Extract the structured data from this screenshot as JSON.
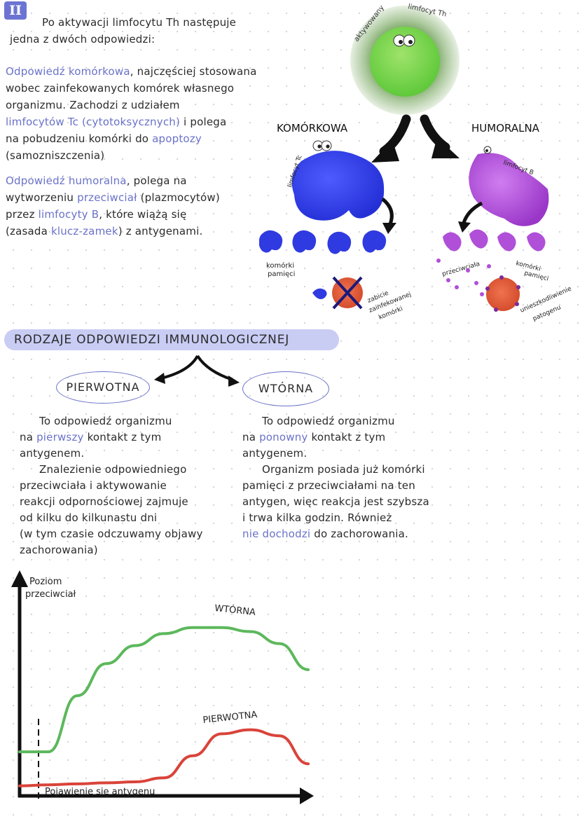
{
  "section_marker": "II",
  "intro": [
    "Po aktywacji limfocytu Th następuje",
    "jedna z dwóch odpowiedzi:"
  ],
  "cellular": {
    "term": "Odpowiedź komórkowa",
    "l1_rest": ", najczęściej stosowana",
    "l2": "wobec zainfekowanych komórek własnego",
    "l3": "organizmu. Zachodzi z udziałem",
    "l4_blue": "limfocytów Tc (cytotoksycznych)",
    "l4_rest": " i polega",
    "l5_pre": "na pobudzeniu komórki do ",
    "l5_blue": "apoptozy",
    "l6": "(samozniszczenia)"
  },
  "humoral": {
    "term": "Odpowiedź humoralna",
    "l1_rest": ", polega na",
    "l2_pre": "wytworzeniu ",
    "l2_blue": "przeciwciał",
    "l2_rest": " (plazmocytów)",
    "l3_pre": "przez ",
    "l3_blue": "limfocyty B",
    "l3_rest": ", które wiążą się",
    "l4_pre": "(zasada ",
    "l4_blue": "klucz-zamek",
    "l4_rest": ") z antygenami."
  },
  "diagram": {
    "th_label_1": "aktywowany",
    "th_label_2": "limfocyt Th",
    "left_title": "KOMÓRKOWA",
    "right_title": "HUMORALNA",
    "tc_label": "limfocyt Tc",
    "b_label": "limfocyt B",
    "memory_left": [
      "komórki",
      "pamięci"
    ],
    "kill_label": [
      "zabicie",
      "zainfekowanej",
      "komórki"
    ],
    "antibodies_label": "przeciwciała",
    "memory_right": [
      "komórki",
      "pamięci"
    ],
    "neutralize_label": [
      "unieszkodliwienie",
      "patogenu"
    ]
  },
  "types_heading": "RODZAJE ODPOWIEDZI IMMUNOLOGICZNEJ",
  "primary": {
    "title": "PIERWOTNA",
    "lines": [
      {
        "pre": "To odpowiedź organizmu",
        "blue": "",
        "post": ""
      },
      {
        "pre": "na ",
        "blue": "pierwszy",
        "post": " kontakt z tym"
      },
      {
        "pre": "antygenem.",
        "blue": "",
        "post": ""
      },
      {
        "pre": "Znalezienie odpowiedniego",
        "blue": "",
        "post": ""
      },
      {
        "pre": "przeciwciała i aktywowanie",
        "blue": "",
        "post": ""
      },
      {
        "pre": "reakcji odpornościowej zajmuje",
        "blue": "",
        "post": ""
      },
      {
        "pre": "od kilku do kilkunastu dni",
        "blue": "",
        "post": ""
      },
      {
        "pre": "(w tym czasie odczuwamy objawy",
        "blue": "",
        "post": ""
      },
      {
        "pre": "zachorowania)",
        "blue": "",
        "post": ""
      }
    ]
  },
  "secondary": {
    "title": "WTÓRNA",
    "lines": [
      {
        "pre": "To odpowiedź organizmu",
        "blue": "",
        "post": ""
      },
      {
        "pre": "na ",
        "blue": "ponowny",
        "post": " kontakt z tym"
      },
      {
        "pre": "antygenem.",
        "blue": "",
        "post": ""
      },
      {
        "pre": "Organizm posiada już komórki",
        "blue": "",
        "post": ""
      },
      {
        "pre": "pamięci z przeciwciałami na ten",
        "blue": "",
        "post": ""
      },
      {
        "pre": "antygen, więc reakcja jest szybsza",
        "blue": "",
        "post": ""
      },
      {
        "pre": "i trwa kilka godzin. Również",
        "blue": "",
        "post": ""
      },
      {
        "pre": "",
        "blue": "nie dochodzi",
        "post": " do zachorowania."
      }
    ]
  },
  "chart": {
    "ylabel_1": "Poziom",
    "ylabel_2": "przeciwciał",
    "secondary_label": "WTÓRNA",
    "primary_label": "PIERWOTNA",
    "xlabel": "Pojawienie się antygenu",
    "secondary_color": "#5cb85c",
    "primary_color": "#d9443a"
  },
  "chart_data": {
    "type": "line",
    "title": "",
    "xlabel": "Pojawienie się antygenu",
    "ylabel": "Poziom przeciwciał",
    "x": [
      0,
      1,
      2,
      3,
      4,
      5,
      6,
      7,
      8,
      9,
      10
    ],
    "series": [
      {
        "name": "WTÓRNA",
        "values": [
          2.2,
          2.2,
          5.0,
          6.6,
          7.5,
          8.1,
          8.4,
          8.4,
          8.2,
          7.6,
          6.3
        ]
      },
      {
        "name": "PIERWOTNA",
        "values": [
          0.5,
          0.55,
          0.6,
          0.65,
          0.7,
          0.9,
          2.0,
          3.1,
          3.3,
          3.0,
          1.6
        ]
      }
    ],
    "grid": false
  }
}
